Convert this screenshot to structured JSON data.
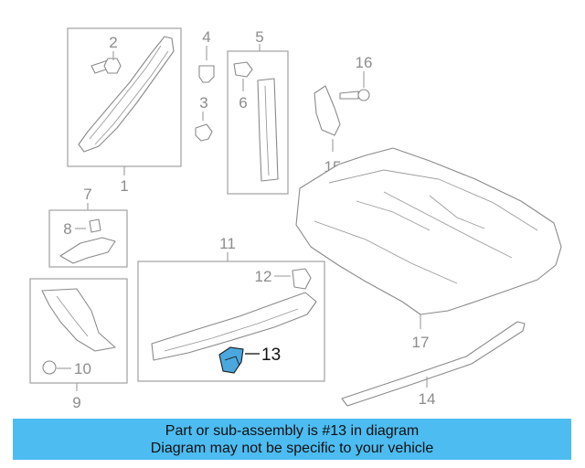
{
  "callouts": {
    "c1": "1",
    "c2": "2",
    "c3": "3",
    "c4": "4",
    "c5": "5",
    "c6": "6",
    "c7": "7",
    "c8": "8",
    "c9": "9",
    "c10": "10",
    "c11": "11",
    "c12": "12",
    "c13": "13",
    "c14": "14",
    "c15": "15",
    "c16": "16",
    "c17": "17"
  },
  "highlight": {
    "part_number": "13",
    "color": "#4aa8de"
  },
  "banner": {
    "line1": "Part or sub-assembly is #13 in diagram",
    "line2": "Diagram may not be specific to your vehicle",
    "background": "#4dbcf1"
  }
}
